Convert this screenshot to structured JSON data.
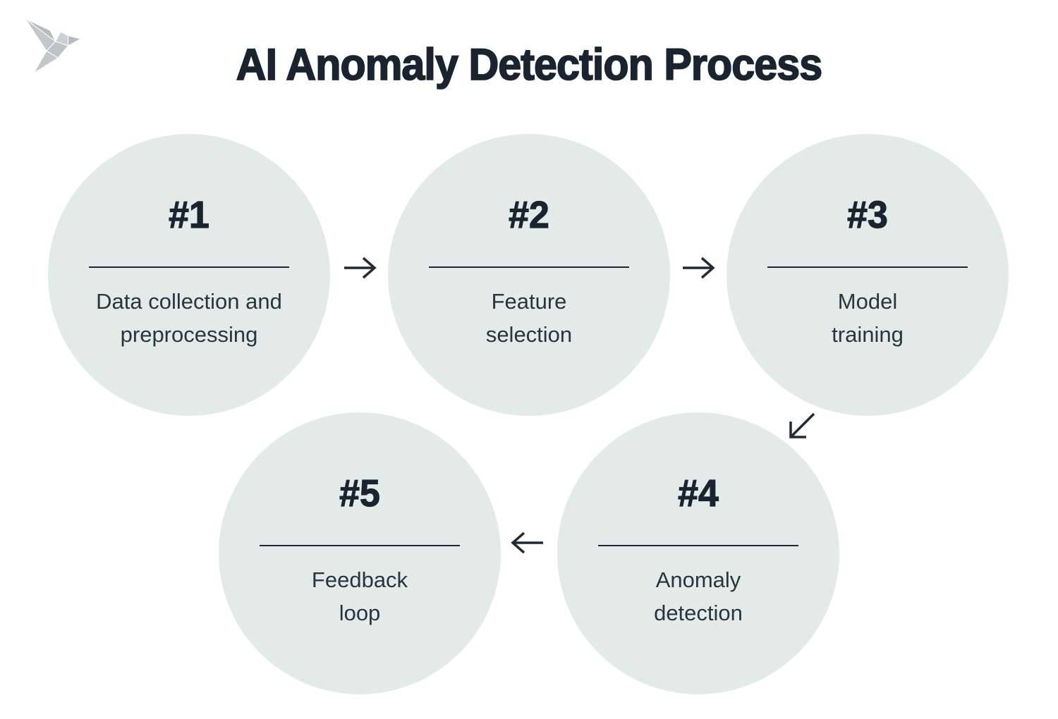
{
  "title": "AI Anomaly Detection Process",
  "logo": {
    "name": "origami bird logo"
  },
  "steps": [
    {
      "id": "#1",
      "label": "Data collection and\npreprocessing"
    },
    {
      "id": "#2",
      "label": "Feature\nselection"
    },
    {
      "id": "#3",
      "label": "Model\ntraining"
    },
    {
      "id": "#4",
      "label": "Anomaly\ndetection"
    },
    {
      "id": "#5",
      "label": "Feedback\nloop"
    }
  ],
  "arrows": [
    {
      "from": "#1",
      "to": "#2",
      "direction": "right"
    },
    {
      "from": "#2",
      "to": "#3",
      "direction": "right"
    },
    {
      "from": "#3",
      "to": "#4",
      "direction": "down-left"
    },
    {
      "from": "#4",
      "to": "#5",
      "direction": "left"
    }
  ],
  "colors": {
    "background": "#ffffff",
    "circle_fill": "#e3ebe8",
    "title_text": "#1a2430",
    "body_text": "#2a343f",
    "line_and_arrows": "#212b35",
    "logo_gray": "#bcc2c4"
  }
}
